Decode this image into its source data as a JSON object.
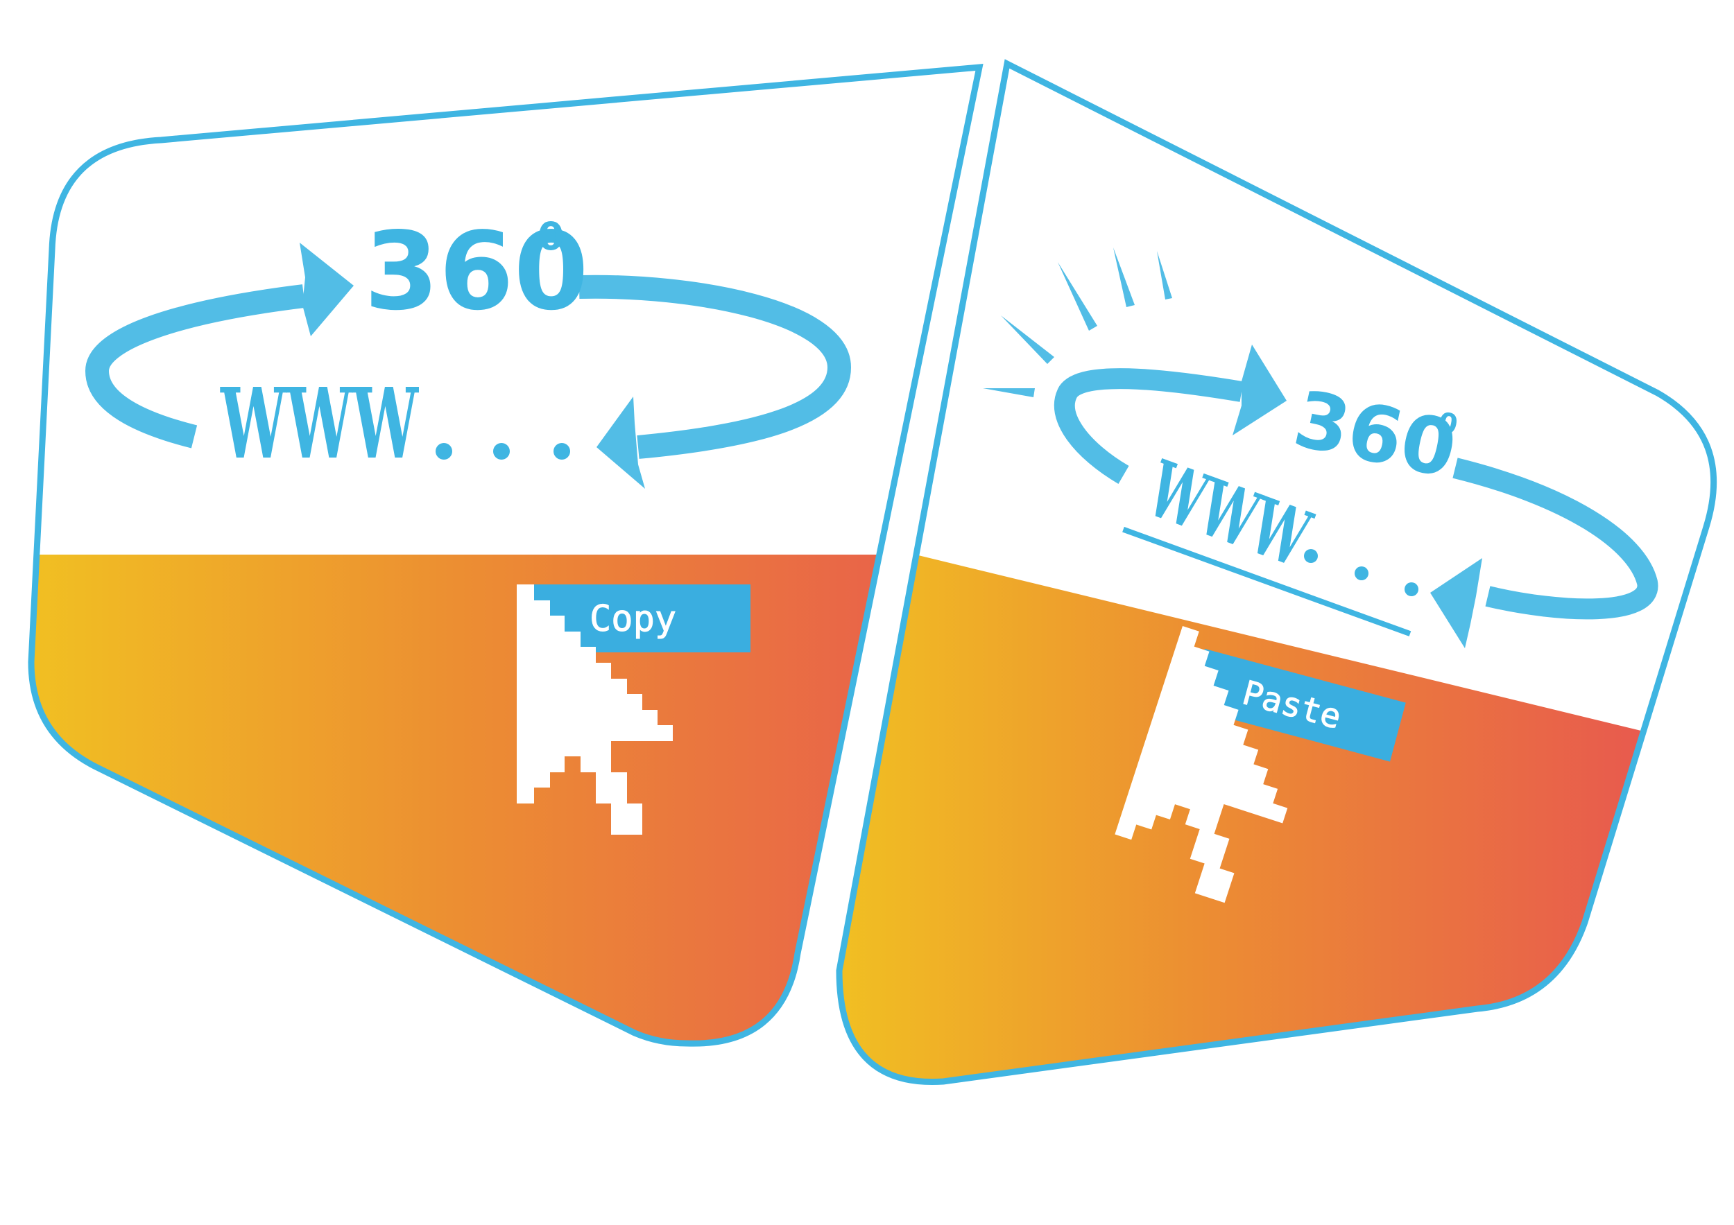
{
  "left_panel": {
    "degree_value": "360",
    "degree_mark": "0",
    "www_text": "WWW",
    "action_label": "Copy"
  },
  "right_panel": {
    "degree_value": "360",
    "degree_mark": "0",
    "www_text": "WWW",
    "action_label": "Paste"
  },
  "colors": {
    "outline": "#3fb5e2",
    "arrow": "#52bde6",
    "label_bg": "#3aaee0",
    "gradient_start": "#f1c022",
    "gradient_mid": "#ec8e32",
    "gradient_end": "#e85a4e",
    "cursor": "#ffffff"
  },
  "icons": [
    "rotate-arrow-icon",
    "cursor-arrow-icon",
    "motion-lines-icon"
  ]
}
